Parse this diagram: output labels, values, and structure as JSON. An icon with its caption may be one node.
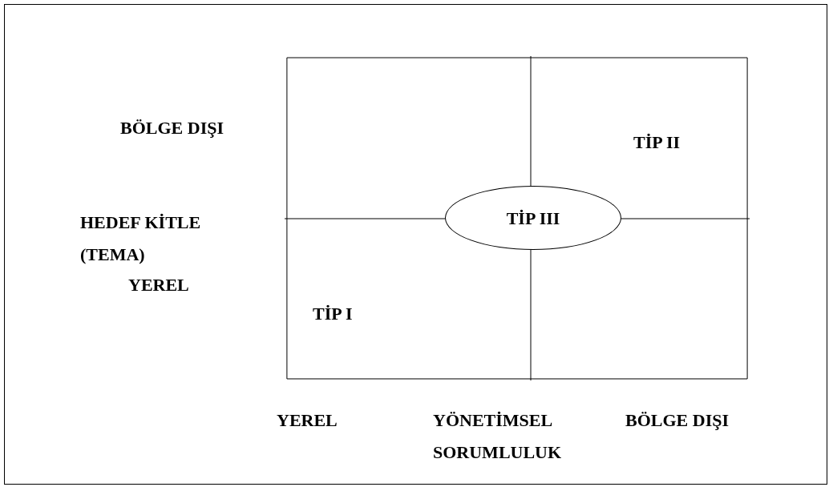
{
  "diagram": {
    "nodes": [
      {
        "text": [],
        "shape": "box"
      },
      {
        "text": [
          "TİP III"
        ],
        "in": 0
      }
    ],
    "labels": [
      "BÖLGE DIŞI",
      "TİP II",
      "HEDEF KİTLE (TEMA)",
      "TİP I",
      "YEREL",
      "YEREL",
      "YÖNETİMSEL SORUMLULUK",
      "BÖLGE DIŞI"
    ]
  }
}
